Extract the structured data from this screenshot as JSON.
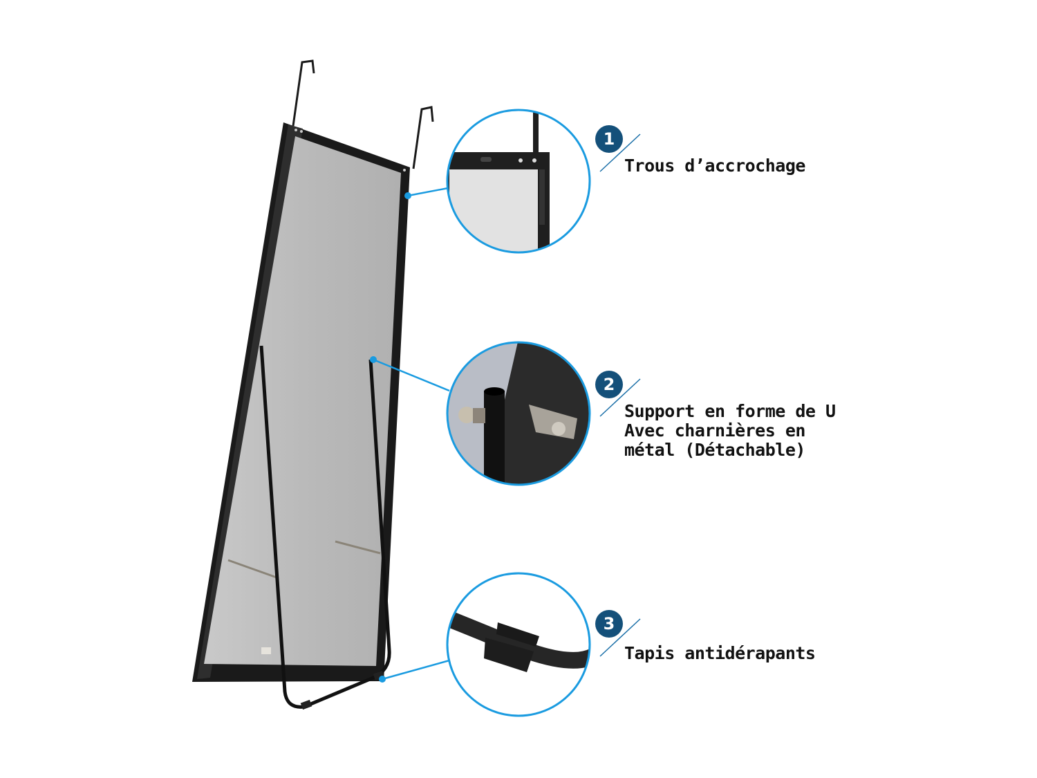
{
  "colors": {
    "accent_blue": "#1a9be0",
    "badge_navy": "#14507a",
    "frame_black": "#1a1a1a",
    "mirror_grey": "#bdbdbd",
    "text": "#111111"
  },
  "features": [
    {
      "number": "1",
      "lines": [
        "Trous d’accrochage"
      ],
      "detail_image": "hanging-holes-closeup"
    },
    {
      "number": "2",
      "lines": [
        "Support en forme de U",
        "Avec charnières en",
        "métal (Détachable)"
      ],
      "detail_image": "u-stand-metal-hinge-closeup"
    },
    {
      "number": "3",
      "lines": [
        "Tapis antidérapants"
      ],
      "detail_image": "non-slip-pads-closeup"
    }
  ],
  "icons": {
    "product": "standing-mirror-illustration",
    "callout_marker": "blue-dot-icon"
  }
}
